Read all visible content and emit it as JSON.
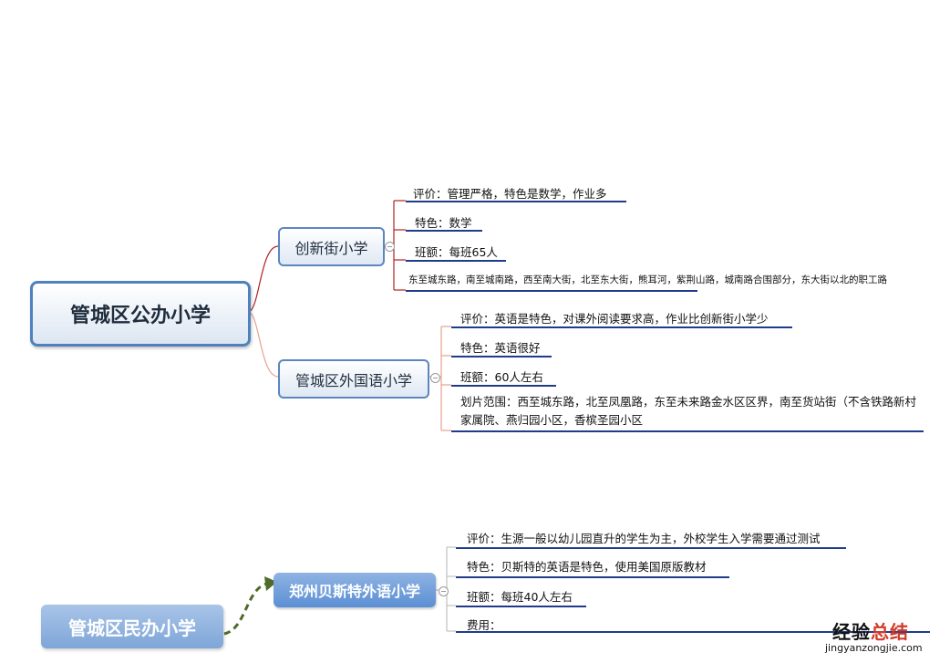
{
  "public": {
    "root": "管城区公办小学",
    "schools": [
      {
        "name": "创新街小学",
        "items": [
          "评价：管理严格，特色是数学，作业多",
          "特色：数学",
          "班额：每班65人",
          "东至城东路，南至城南路，西至南大街，北至东大街，熊耳河，紫荆山路，城南路合围部分，东大街以北的职工路"
        ]
      },
      {
        "name": "管城区外国语小学",
        "items": [
          "评价：英语是特色，对课外阅读要求高，作业比创新街小学少",
          "特色：英语很好",
          "班额：60人左右",
          "划片范围：西至城东路，北至凤凰路，东至未来路金水区区界，南至货站街（不含铁路新村家属院、燕归园小区，香槟圣园小区"
        ]
      }
    ]
  },
  "private": {
    "root": "管城区民办小学",
    "school": {
      "name": "郑州贝斯特外语小学",
      "items": [
        "评价：生源一般以幼儿园直升的学生为主，外校学生入学需要通过测试",
        "特色：贝斯特的英语是特色，使用美国原版教材",
        "班额：每班40人左右",
        "费用："
      ]
    }
  },
  "watermark": {
    "brand_prefix": "经验",
    "brand_suffix": "总结",
    "url": "jingyanzongjie.com"
  },
  "colors": {
    "branch_red": "#b22222",
    "underline": "#1f3c88",
    "box_border": "#4f81bd",
    "dashed_arrow": "#4f6b2a"
  }
}
